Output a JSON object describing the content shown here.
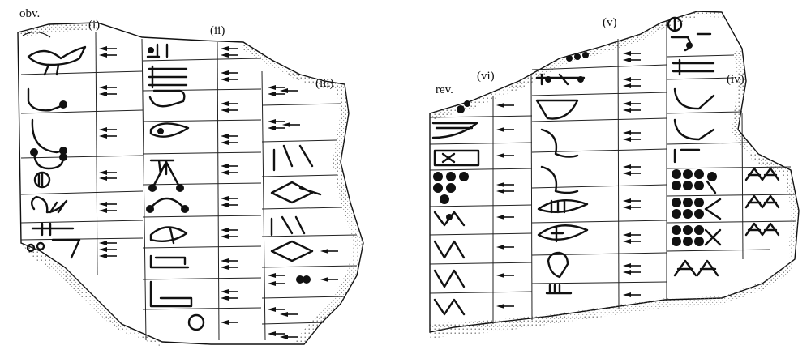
{
  "figure": {
    "faces": [
      {
        "id": "obverse",
        "label": "obv."
      },
      {
        "id": "reverse",
        "label": "rev."
      }
    ],
    "column_labels": {
      "obverse": [
        "(i)",
        "(ii)",
        "(iii)"
      ],
      "reverse": [
        "(vi)",
        "(v)",
        "(iv)"
      ]
    }
  }
}
